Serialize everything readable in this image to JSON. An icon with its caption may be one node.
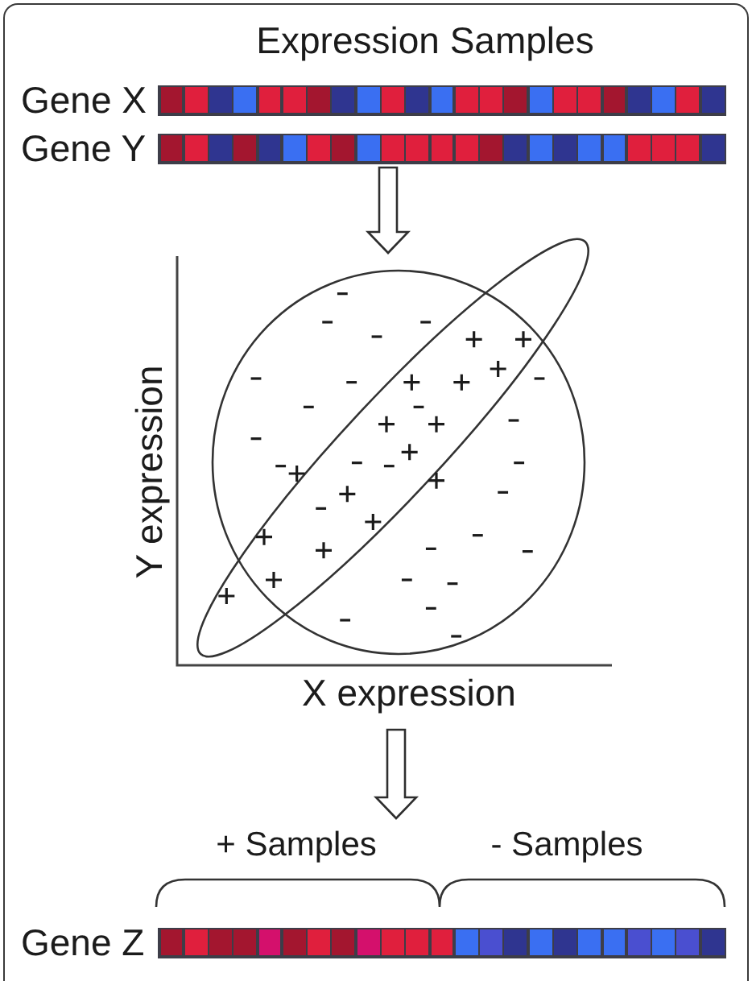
{
  "diagram": {
    "title": "Expression Samples",
    "nodes": [
      {
        "text": [
          "Gene X"
        ]
      },
      {
        "text": [
          "Gene Y"
        ]
      },
      {
        "text": [
          "Y expression",
          "X expression"
        ]
      },
      {
        "text": [
          "Gene Z"
        ],
        "beside": [
          "+ Samples",
          "- Samples"
        ]
      }
    ],
    "edges": [
      {
        "from": 1,
        "to": 2,
        "arrow": "to"
      },
      {
        "from": 2,
        "to": 3,
        "arrow": "to"
      }
    ]
  }
}
